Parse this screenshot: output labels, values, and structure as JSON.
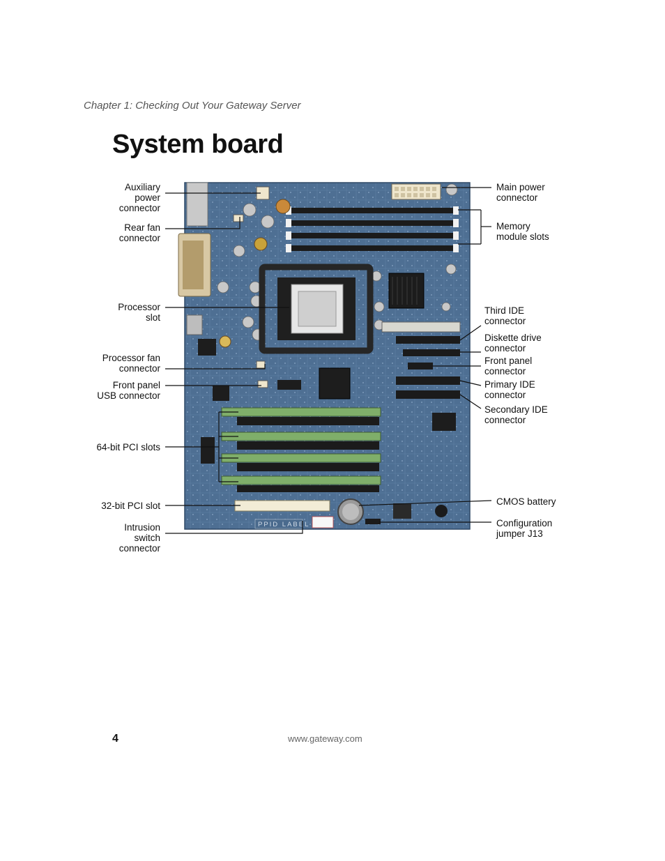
{
  "header": {
    "chapter": "Chapter 1: Checking Out Your Gateway Server"
  },
  "title": "System board",
  "labels_left": [
    {
      "id": "auxiliary-power-connector",
      "lines": [
        "Auxiliary",
        "power",
        "connector"
      ]
    },
    {
      "id": "rear-fan-connector",
      "lines": [
        "Rear fan",
        "connector"
      ]
    },
    {
      "id": "processor-slot",
      "lines": [
        "Processor",
        "slot"
      ]
    },
    {
      "id": "processor-fan-connector",
      "lines": [
        "Processor fan",
        "connector"
      ]
    },
    {
      "id": "front-panel-usb-connector",
      "lines": [
        "Front panel",
        "USB connector"
      ]
    },
    {
      "id": "pci-64-slots",
      "lines": [
        "64-bit PCI slots"
      ]
    },
    {
      "id": "pci-32-slot",
      "lines": [
        "32-bit PCI slot"
      ]
    },
    {
      "id": "intrusion-switch-connector",
      "lines": [
        "Intrusion",
        "switch",
        "connector"
      ]
    }
  ],
  "labels_right": [
    {
      "id": "main-power-connector",
      "lines": [
        "Main power",
        "connector"
      ]
    },
    {
      "id": "memory-module-slots",
      "lines": [
        "Memory",
        "module slots"
      ]
    },
    {
      "id": "third-ide-connector",
      "lines": [
        "Third IDE",
        "connector"
      ]
    },
    {
      "id": "diskette-drive-connector",
      "lines": [
        "Diskette drive",
        "connector"
      ]
    },
    {
      "id": "front-panel-connector",
      "lines": [
        "Front panel",
        "connector"
      ]
    },
    {
      "id": "primary-ide-connector",
      "lines": [
        "Primary IDE",
        "connector"
      ]
    },
    {
      "id": "secondary-ide-connector",
      "lines": [
        "Secondary IDE",
        "connector"
      ]
    },
    {
      "id": "cmos-battery",
      "lines": [
        "CMOS battery"
      ]
    },
    {
      "id": "configuration-jumper",
      "lines": [
        "Configuration",
        "jumper J13"
      ]
    }
  ],
  "board": {
    "ppid_label": "PPID LABEL"
  },
  "footer": {
    "page_number": "4",
    "url": "www.gateway.com"
  },
  "colors": {
    "board": "#4e6f93",
    "board_dark": "#3b5878",
    "pci_green": "#7fae6a",
    "dimm_black": "#1b1b1b",
    "socket_frame": "#262626",
    "cream": "#efe6cc"
  }
}
